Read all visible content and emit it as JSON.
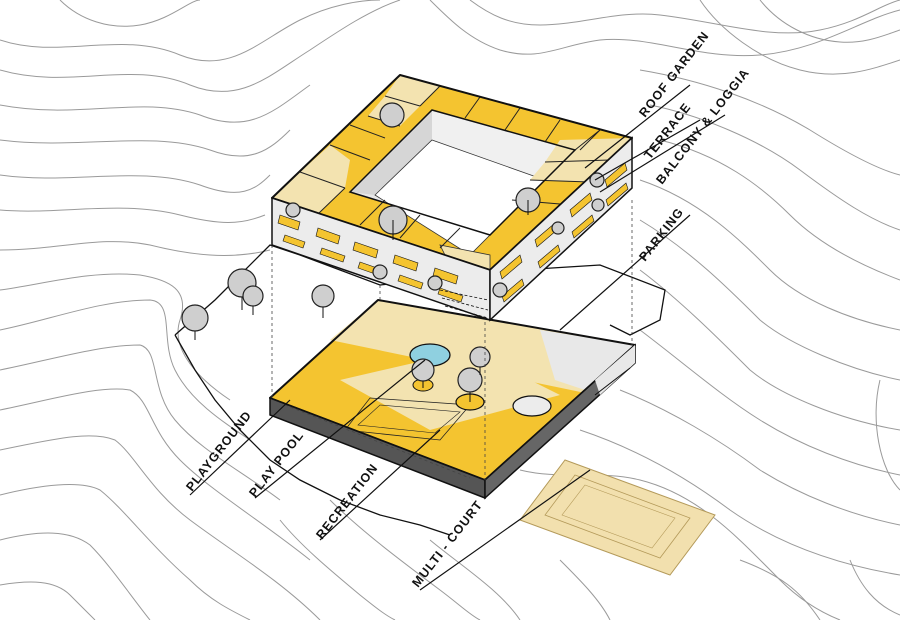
{
  "labels": {
    "roof_garden": "ROOF GARDEN",
    "terrace": "TERRACE",
    "balcony_loggia": "BALCONY & LOGGIA",
    "parking": "PARKING",
    "playground": "PLAYGROUND",
    "play_pool": "PLAY POOL",
    "recreation": "RECREATION",
    "multi_court": "MULTI - COURT"
  },
  "colors": {
    "yellow": "#f4c430",
    "light_yellow": "#f3e3b0",
    "court": "#f2e0ae",
    "pool": "#8fd0e0",
    "grey_face": "#e8e8e8",
    "tree": "#cfcfcf",
    "contour": "#9a9a9a"
  }
}
